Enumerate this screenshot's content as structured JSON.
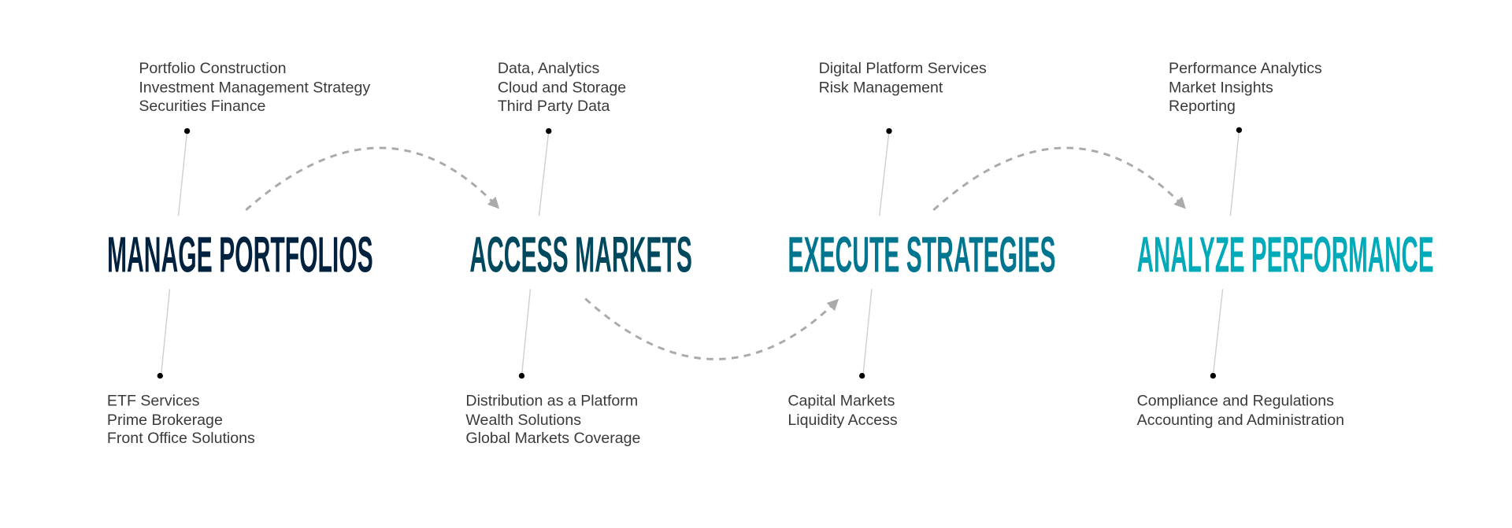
{
  "stages": [
    {
      "title": "MANAGE PORTFOLIOS",
      "color": "#00223f",
      "top_items": [
        "Portfolio Construction",
        "Investment Management Strategy",
        "Securities Finance"
      ],
      "bottom_items": [
        "ETF Services",
        "Prime Brokerage",
        "Front Office Solutions"
      ]
    },
    {
      "title": "ACCESS MARKETS",
      "color": "#00485e",
      "top_items": [
        "Data, Analytics",
        "Cloud and Storage",
        "Third Party Data"
      ],
      "bottom_items": [
        "Distribution as a Platform",
        "Wealth Solutions",
        "Global Markets Coverage"
      ]
    },
    {
      "title": "EXECUTE STRATEGIES",
      "color": "#00758f",
      "top_items": [
        "Digital Platform Services",
        "Risk Management"
      ],
      "bottom_items": [
        "Capital Markets",
        "Liquidity Access"
      ]
    },
    {
      "title": "ANALYZE PERFORMANCE",
      "color": "#00aab8",
      "top_items": [
        "Performance Analytics",
        "Market Insights",
        "Reporting"
      ],
      "bottom_items": [
        "Compliance and Regulations",
        "Accounting and Administration"
      ]
    }
  ],
  "connector_color": "#aaaaab"
}
